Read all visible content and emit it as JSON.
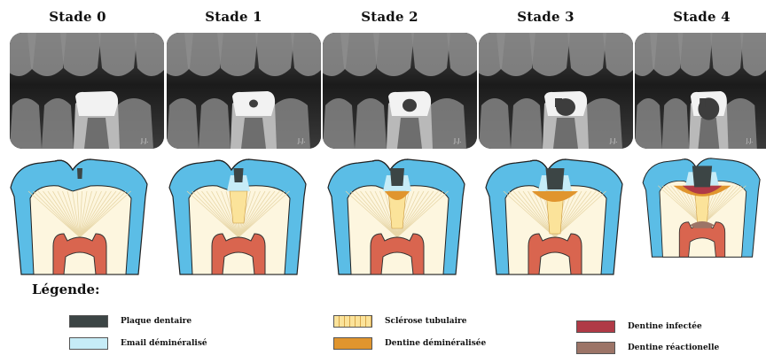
{
  "stages": [
    {
      "title": "Stade 0",
      "level": 0
    },
    {
      "title": "Stade 1",
      "level": 1
    },
    {
      "title": "Stade 2",
      "level": 2
    },
    {
      "title": "Stade 3",
      "level": 3
    },
    {
      "title": "Stade 4",
      "level": 4
    }
  ],
  "xray_mark": "J.J.",
  "legend": {
    "title": "Légende:",
    "items": [
      {
        "label": "Plaque dentaire",
        "color": "#3c4545"
      },
      {
        "label": "Email déminéralisé",
        "color": "#c6ecf7"
      },
      {
        "label": "Sclérose tubulaire",
        "color": "#fbe39a"
      },
      {
        "label": "Dentine déminéralisée",
        "color": "#e0952e"
      },
      {
        "label": "Dentine infectée",
        "color": "#b03a46"
      },
      {
        "label": "Dentine réactionelle",
        "color": "#9c7467"
      }
    ]
  },
  "colors": {
    "enamel": "#5bbde6",
    "dentin": "#fdf6df",
    "pulp": "#d9654f",
    "tubules": "#e8d7a8"
  }
}
